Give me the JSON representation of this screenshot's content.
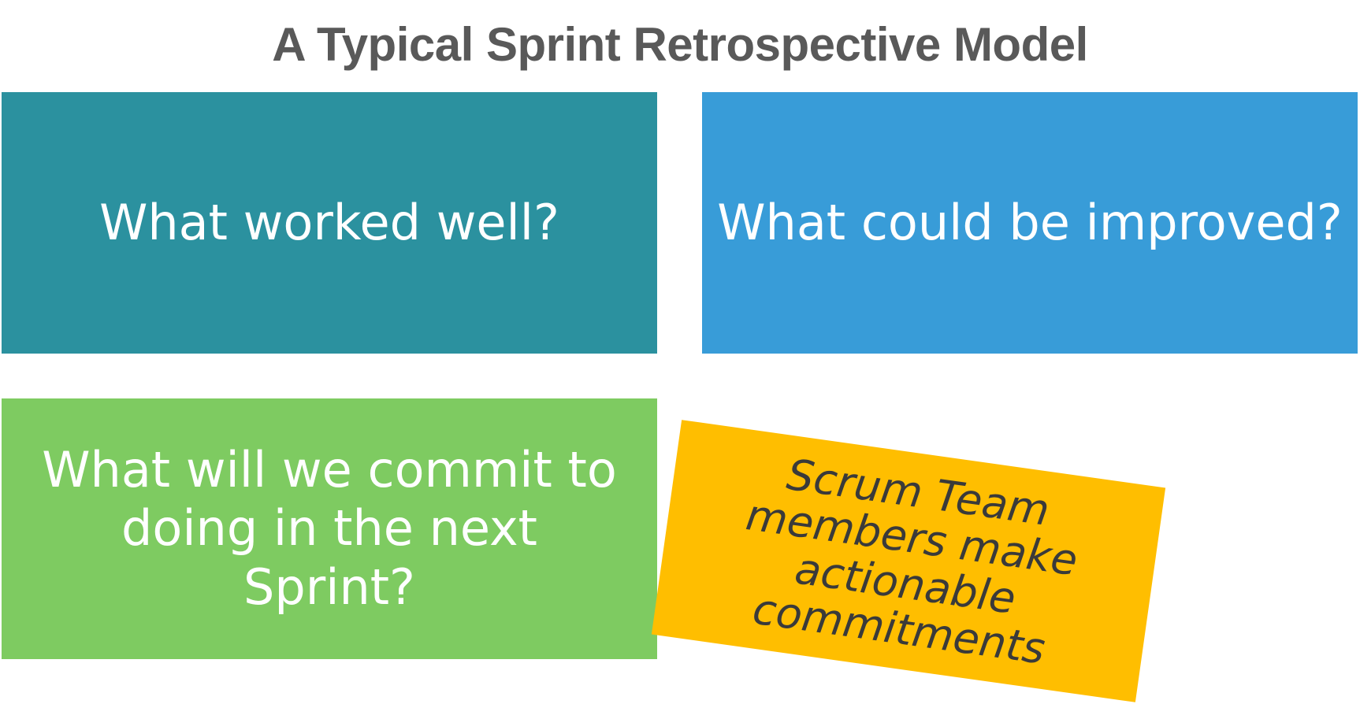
{
  "title": "A Typical Sprint Retrospective Model",
  "boxes": {
    "worked_well": "What worked well?",
    "improved": "What could be improved?",
    "commit": "What will we commit to doing in the next Sprint?"
  },
  "note": {
    "text": "Scrum Team members make actionable commitments"
  },
  "colors": {
    "worked_well": "#2b919f",
    "improved": "#389cd8",
    "commit": "#7ecb61",
    "note": "#ffbe00",
    "title": "#595959"
  }
}
